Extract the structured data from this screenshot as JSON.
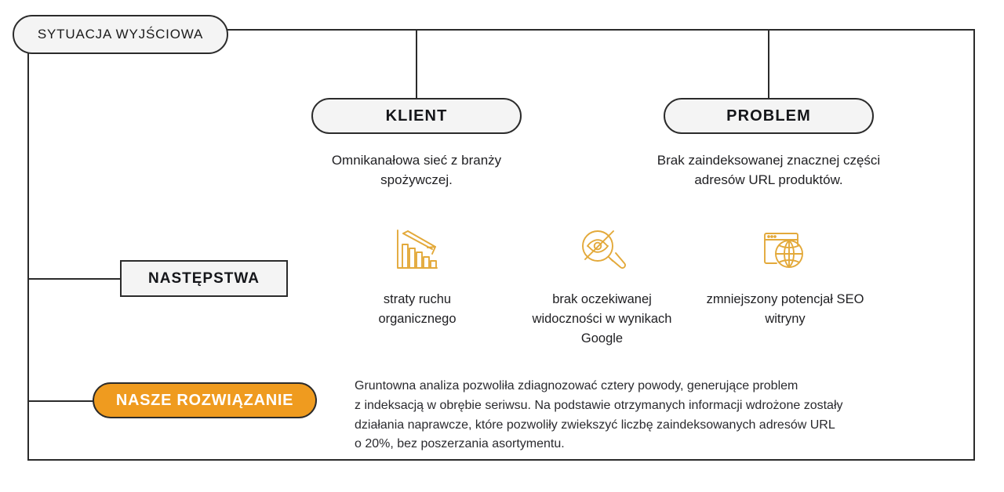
{
  "diagram": {
    "root": {
      "label": "SYTUACJA WYJŚCIOWA"
    },
    "nodes": [
      {
        "id": "klient",
        "label": "KLIENT",
        "caption": "Omnikanałowa sieć z branży\nspożywczej."
      },
      {
        "id": "problem",
        "label": "PROBLEM",
        "caption": "Brak zaindeksowanej znacznej części\nadresów URL produktów."
      }
    ],
    "consequences": {
      "label": "NASTĘPSTWA",
      "items": [
        {
          "icon": "declining-bar-chart-icon",
          "label": "straty ruchu\norganicznego"
        },
        {
          "icon": "no-visibility-search-icon",
          "label": "brak oczekiwanej\nwidoczności w wynikach\nGoogle"
        },
        {
          "icon": "browser-globe-icon",
          "label": "zmniejszony potencjał SEO\nwitryny"
        }
      ]
    },
    "solution": {
      "label": "NASZE ROZWIĄZANIE",
      "text": "Gruntowna analiza pozwoliła zdiagnozować cztery powody, generujące problem\nz indeksacją w obrębie seriwsu. Na podstawie otrzymanych informacji wdrożone zostały\ndziałania naprawcze, które pozwoliły zwiekszyć liczbę zaindeksowanych adresów URL\no 20%, bez poszerzania asortymentu."
    },
    "colors": {
      "line": "#2b2b2b",
      "pill_fill": "#f4f4f4",
      "accent_orange": "#ef9b1f",
      "icon_gold": "#e3a93a",
      "text": "#1b1b1b"
    }
  }
}
